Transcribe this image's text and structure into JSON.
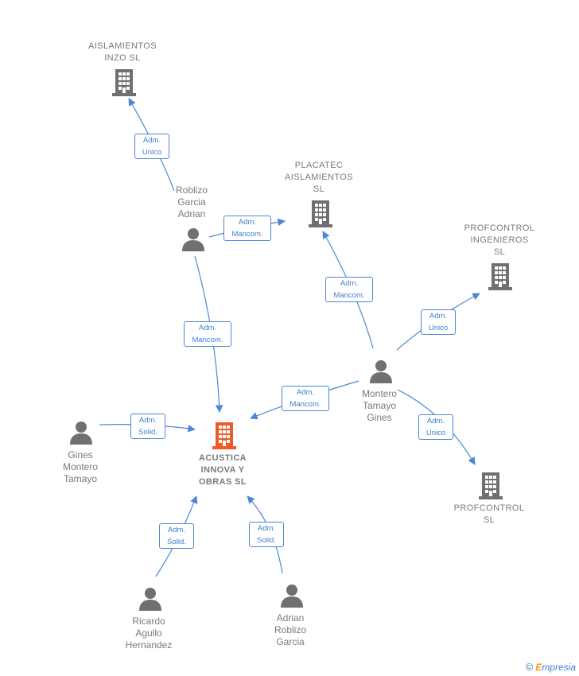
{
  "nodes": [
    {
      "id": "aislamientos",
      "type": "company",
      "label": "AISLAMIENTOS\nINZO  SL"
    },
    {
      "id": "placatec",
      "type": "company",
      "label": "PLACATEC\nAISLAMIENTOS\nSL"
    },
    {
      "id": "profcontrol_ing",
      "type": "company",
      "label": "PROFCONTROL\nINGENIEROS\nSL"
    },
    {
      "id": "acustica",
      "type": "company-main",
      "label": "ACUSTICA\nINNOVA Y\nOBRAS  SL"
    },
    {
      "id": "profcontrol",
      "type": "company",
      "label": "PROFCONTROL\nSL"
    },
    {
      "id": "roblizo",
      "type": "person",
      "label": "Roblizo\nGarcia\nAdrian"
    },
    {
      "id": "montero",
      "type": "person",
      "label": "Montero\nTamayo\nGines"
    },
    {
      "id": "gines",
      "type": "person",
      "label": "Gines\nMontero\nTamayo"
    },
    {
      "id": "ricardo",
      "type": "person",
      "label": "Ricardo\nAgullo\nHernandez"
    },
    {
      "id": "adrian",
      "type": "person",
      "label": "Adrian\nRoblizo\nGarcia"
    }
  ],
  "edges": [
    {
      "from": "roblizo",
      "to": "aislamientos",
      "label": "Adm.\nUnico"
    },
    {
      "from": "roblizo",
      "to": "placatec",
      "label": "Adm.\nMancom."
    },
    {
      "from": "roblizo",
      "to": "acustica",
      "label": "Adm.\nMancom."
    },
    {
      "from": "montero",
      "to": "placatec",
      "label": "Adm.\nMancom."
    },
    {
      "from": "montero",
      "to": "profcontrol_ing",
      "label": "Adm.\nUnico"
    },
    {
      "from": "montero",
      "to": "acustica",
      "label": "Adm.\nMancom."
    },
    {
      "from": "montero",
      "to": "profcontrol",
      "label": "Adm.\nUnico"
    },
    {
      "from": "gines",
      "to": "acustica",
      "label": "Adm.\nSolid."
    },
    {
      "from": "ricardo",
      "to": "acustica",
      "label": "Adm.\nSolid."
    },
    {
      "from": "adrian",
      "to": "acustica",
      "label": "Adm.\nSolid."
    }
  ],
  "colors": {
    "edge": "#4a88d6",
    "company": "#707070",
    "main_company": "#f05a28",
    "person": "#707070",
    "label_text": "#3f7fd0"
  },
  "footer": {
    "copyright": "©",
    "brand_initial": "E",
    "brand_rest": "mpresia"
  }
}
